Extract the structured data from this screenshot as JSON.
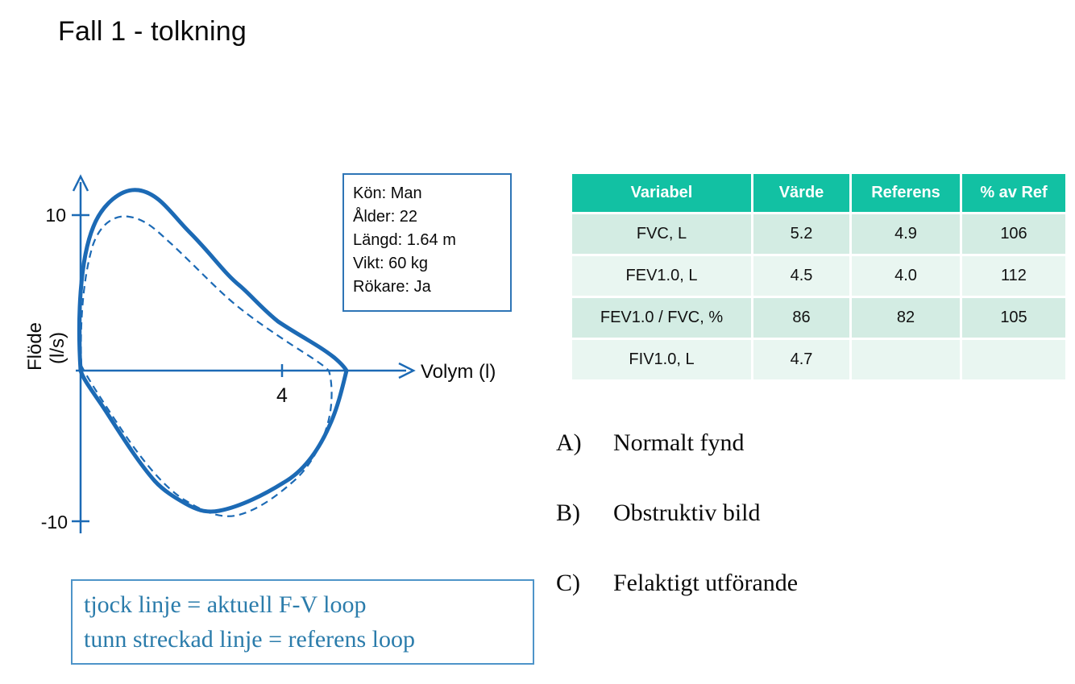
{
  "slide": {
    "title": "Fall 1 - tolkning"
  },
  "chart_data": {
    "type": "line",
    "description": "Flow-volume loop (spirometry), thick solid loop = current, thin dashed loop = reference",
    "xlabel": "Volym (l)",
    "ylabel": "Flöde (l/s)",
    "ylabel_line1": "Flöde",
    "ylabel_line2": "(l/s)",
    "x_ticks": [
      "4"
    ],
    "y_ticks": [
      "10",
      "-10"
    ],
    "series": [
      {
        "name": "aktuell F-V loop",
        "style": "thick solid"
      },
      {
        "name": "referens loop",
        "style": "thin dashed"
      }
    ]
  },
  "patient_info": {
    "lines": [
      "Kön: Man",
      "Ålder: 22",
      "Längd: 1.64 m",
      "Vikt: 60 kg",
      "Rökare: Ja"
    ]
  },
  "table": {
    "headers": [
      "Variabel",
      "Värde",
      "Referens",
      "% av Ref"
    ],
    "rows": [
      {
        "variabel": "FVC, L",
        "varde": "5.2",
        "referens": "4.9",
        "pct_av_ref": "106"
      },
      {
        "variabel": "FEV1.0, L",
        "varde": "4.5",
        "referens": "4.0",
        "pct_av_ref": "112"
      },
      {
        "variabel": "FEV1.0 / FVC, %",
        "varde": "86",
        "referens": "82",
        "pct_av_ref": "105"
      },
      {
        "variabel": "FIV1.0, L",
        "varde": "4.7",
        "referens": "",
        "pct_av_ref": ""
      }
    ]
  },
  "options": [
    {
      "label": "A)",
      "text": "Normalt fynd"
    },
    {
      "label": "B)",
      "text": "Obstruktiv bild"
    },
    {
      "label": "C)",
      "text": "Felaktigt utförande"
    }
  ],
  "legend": {
    "line1": "tjock linje = aktuell F-V loop",
    "line2": "tunn streckad linje = referens loop"
  },
  "colors": {
    "loop_blue": "#1c6ab5",
    "info_border_blue": "#2e75b6",
    "legend_border_blue": "#4e94c9",
    "legend_text_blue": "#2b7cab",
    "table_header_green": "#12c1a3",
    "table_row_dark": "#d3ece3",
    "table_row_light": "#e9f6f1"
  }
}
